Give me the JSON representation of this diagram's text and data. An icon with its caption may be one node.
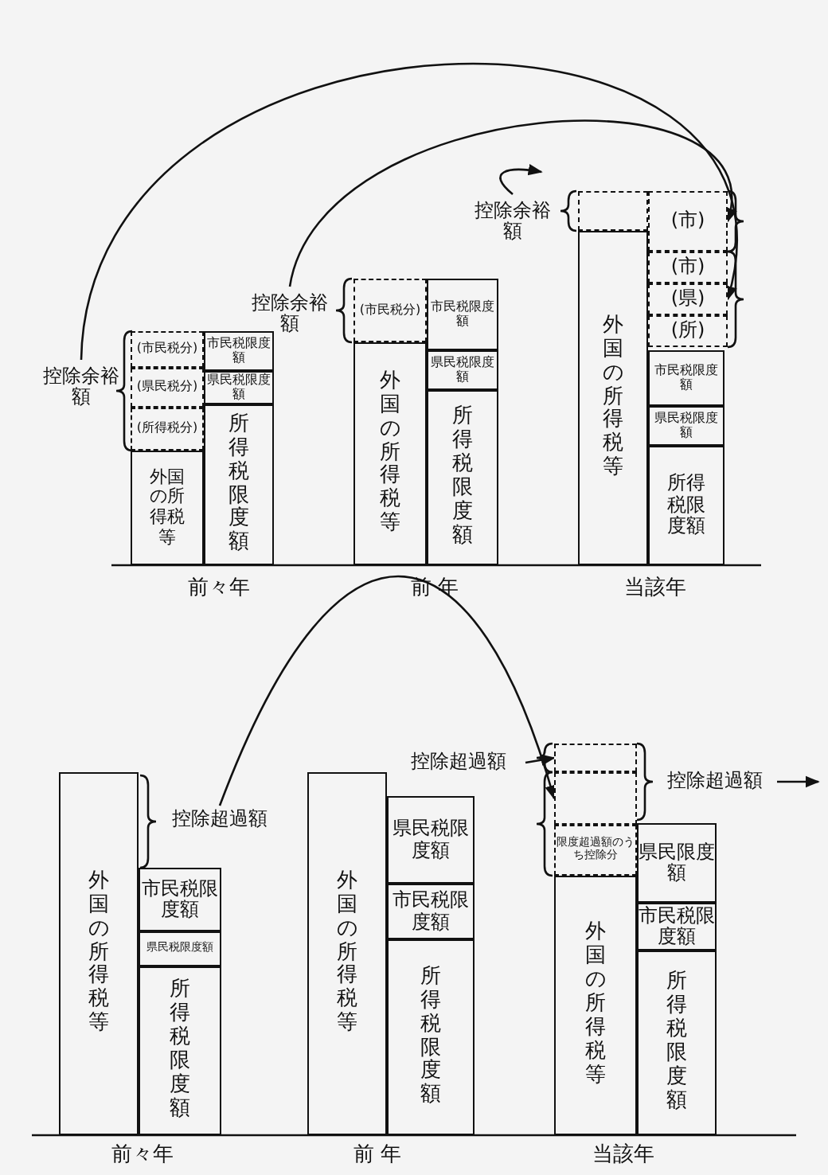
{
  "diagram": {
    "nodes": [
      {
        "text": [
          "控除余裕額"
        ]
      },
      {
        "text": [
          "(市民税分)"
        ]
      },
      {
        "text": [
          "(県民税分)"
        ]
      },
      {
        "text": [
          "(所得税分)"
        ]
      },
      {
        "text": [
          "外国の所得税等"
        ]
      },
      {
        "text": [
          "市民税限度額"
        ]
      },
      {
        "text": [
          "県民税限度額"
        ]
      },
      {
        "text": [
          "所得税限度額"
        ]
      },
      {
        "text": [
          "控除余裕額"
        ]
      },
      {
        "text": [
          "(市民税分)"
        ]
      },
      {
        "text": [
          "外国の所得税等"
        ]
      },
      {
        "text": [
          "市民税限度額"
        ]
      },
      {
        "text": [
          "県民税限度額"
        ]
      },
      {
        "text": [
          "所得税限度額"
        ]
      },
      {
        "text": [
          "控除余裕額"
        ]
      },
      {
        "text": [],
        "shape": "box"
      },
      {
        "text": [
          "(市)"
        ]
      },
      {
        "text": [
          "(市)"
        ]
      },
      {
        "text": [
          "(県)"
        ]
      },
      {
        "text": [
          "(所)"
        ]
      },
      {
        "text": [
          "外国の所得税等"
        ]
      },
      {
        "text": [
          "市民税限度額"
        ]
      },
      {
        "text": [
          "県民税限度額"
        ]
      },
      {
        "text": [
          "所得税限度額"
        ]
      },
      {
        "text": [
          "外国の所得税等"
        ]
      },
      {
        "text": [
          "市民税限度額"
        ]
      },
      {
        "text": [
          "県民税限度額"
        ]
      },
      {
        "text": [
          "所得税限度額"
        ]
      },
      {
        "text": [
          "控除超過額"
        ]
      },
      {
        "text": [
          "外国の所得税等"
        ]
      },
      {
        "text": [
          "県民税限度額"
        ]
      },
      {
        "text": [
          "市民税限度額"
        ]
      },
      {
        "text": [
          "所得税限度額"
        ]
      },
      {
        "text": [
          "控除超過額"
        ]
      },
      {
        "text": [],
        "shape": "box"
      },
      {
        "text": [],
        "shape": "box"
      },
      {
        "text": [
          "限度超過額のうち控除分"
        ]
      },
      {
        "text": [
          "外国の所得税等"
        ]
      },
      {
        "text": [
          "県民限度額"
        ]
      },
      {
        "text": [
          "市民税限度額"
        ]
      },
      {
        "text": [
          "所得税限度額"
        ]
      },
      {
        "text": [
          "控除超過額"
        ]
      }
    ],
    "edges": [
      {
        "from": 0,
        "to": 18,
        "arrow": "to"
      },
      {
        "from": 8,
        "to": 16,
        "arrow": "to"
      },
      {
        "from": 14,
        "to": null,
        "arrow": "to"
      },
      {
        "from": 28,
        "to": 35,
        "arrow": "to"
      },
      {
        "from": 33,
        "to": 34,
        "arrow": "to"
      },
      {
        "from": 41,
        "to": null,
        "arrow": "to"
      }
    ],
    "labels": [
      "前々年",
      "前 年",
      "当該年",
      "前々年",
      "前 年",
      "当該年"
    ]
  }
}
